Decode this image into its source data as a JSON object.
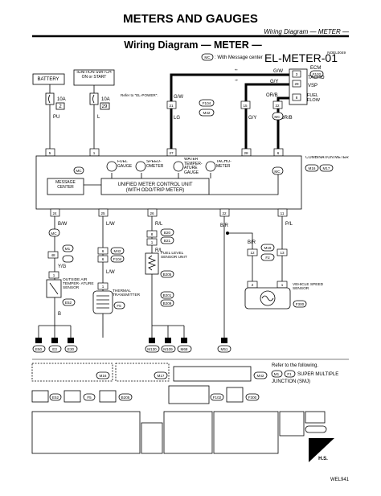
{
  "header": {
    "title": "METERS AND GAUGES",
    "subtitle": "Wiring Diagram — METER —"
  },
  "diagram": {
    "title": "Wiring Diagram — METER —",
    "code": "EL-METER-01",
    "ref_code": "NOEL0049",
    "legend_badge": "MC",
    "legend_text": ": With Message center",
    "page_ref": "WEL941"
  },
  "components": {
    "battery": "BATTERY",
    "ignition": "IGNITION SWITCH ON or START",
    "refer_power": "Refer to \"EL-POWER\".",
    "fuse1_amp": "10A",
    "fuse1_num": "2",
    "fuse2_amp": "10A",
    "fuse2_num": "29",
    "ecm": "ECM",
    "ecm_conn": "F102",
    "tacho": "TACHO",
    "vsp": "VSP",
    "fuel_flow": "FUEL FLOW",
    "combination_meter": "COMBINATION METER",
    "message_center": "MESSAGE CENTER",
    "fuel_gauge": "FUEL GAUGE",
    "speedometer": "SPEED- OMETER",
    "water_temp": "WATER TEMPER- ATURE GAUGE",
    "tachometer": "TACHO- METER",
    "unified": "UNIFIED METER CONTROL UNIT",
    "unified_sub": "(WITH ODO/TRIP METER)",
    "outside_air": "OUTSIDE AIR TEMPER- ATURE SENSOR",
    "thermal": "THERMAL TRANSMITTER",
    "fuel_level": "FUEL LEVEL SENSOR UNIT",
    "vehicle_speed": "VEHICLE SPEED SENSOR"
  },
  "wires": {
    "pu": "PU",
    "l": "L",
    "lg": "LG",
    "gy": "G/Y",
    "orb": "OR/B",
    "gw": "G/W",
    "bw": "B/W",
    "lw": "L/W",
    "rl": "R/L",
    "yg": "Y/G",
    "b": "B",
    "br": "B/R",
    "pl": "P/L"
  },
  "pins": {
    "top": [
      "5",
      "1",
      "27",
      "28",
      "6"
    ],
    "bottom": [
      "24",
      "25",
      "26",
      "22",
      "11"
    ],
    "ecm": [
      "3",
      "29",
      "8"
    ],
    "j21": "21",
    "j15": "15",
    "j22": "22"
  },
  "connectors": {
    "M16": "M16",
    "M17": "M17",
    "M42": "M42",
    "F104": "F104",
    "M1": "M1",
    "E52": "E52",
    "F5": "F5",
    "B20": "B20",
    "B21": "B21",
    "B201": "B201",
    "B205": "B205",
    "B209": "B209",
    "M19": "M19",
    "F2": "F2",
    "F300": "F300"
  },
  "grounds": [
    "E50",
    "E3",
    "E30",
    "M130",
    "M109",
    "M68",
    "M51"
  ],
  "refer": {
    "text": "Refer to the following.",
    "line1": "SUPER MULTIPLE",
    "line2": "JUNCTION (SMJ)",
    "m1": "M1",
    "f1": "F1"
  },
  "badges": {
    "hs": "H.S."
  }
}
